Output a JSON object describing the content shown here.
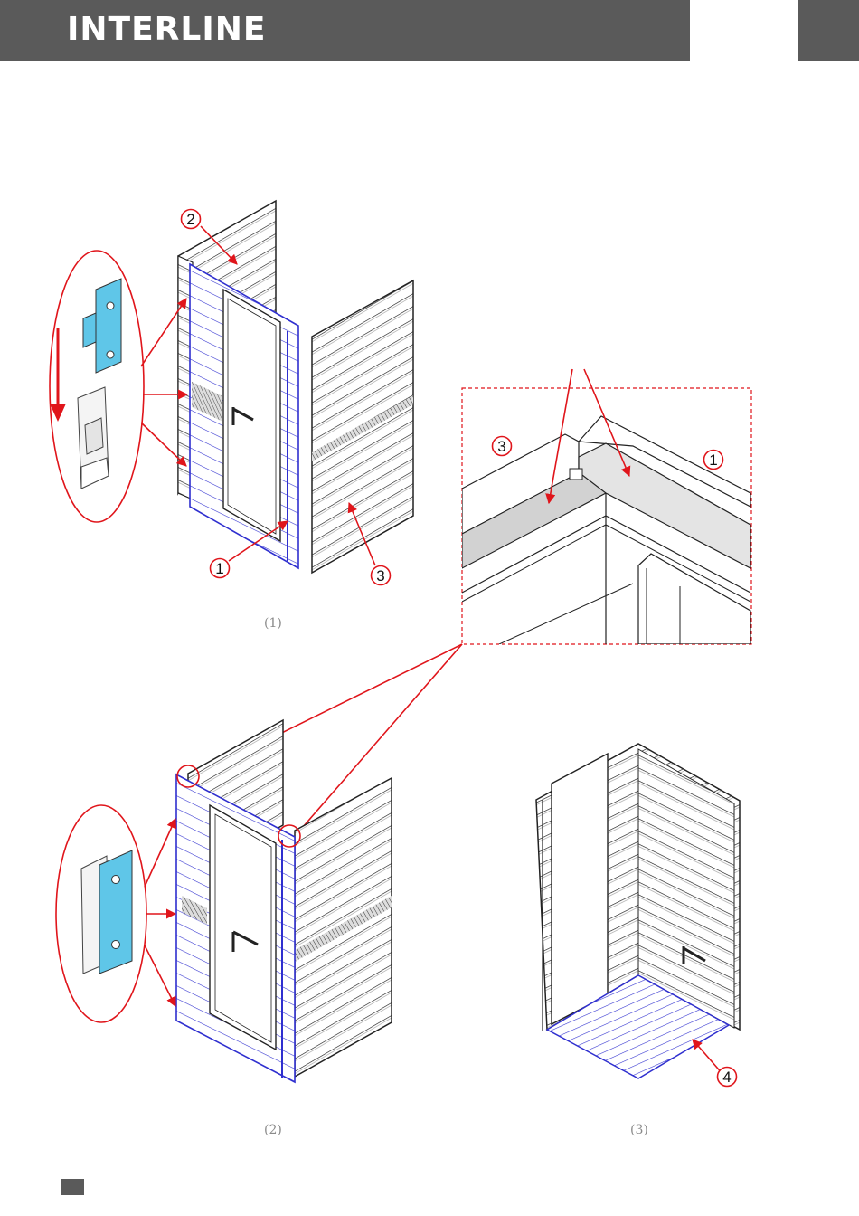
{
  "header": {
    "logo_text": "INTERLINE",
    "bar_color": "#5a5a5a"
  },
  "figures": [
    {
      "id": "fig1",
      "caption": "(1)"
    },
    {
      "id": "fig2",
      "caption": "(2)"
    },
    {
      "id": "fig3",
      "caption": "(3)"
    }
  ],
  "callouts": {
    "fig1_part2": "2",
    "fig1_part1": "1",
    "fig1_part3": "3",
    "detail_part3": "3",
    "detail_part1": "1",
    "fig3_part4": "4"
  },
  "colors": {
    "callout": "#e0151b",
    "frame_blue": "#2f2fcf",
    "clip_blue": "#5fc6e8",
    "line": "#222222"
  }
}
